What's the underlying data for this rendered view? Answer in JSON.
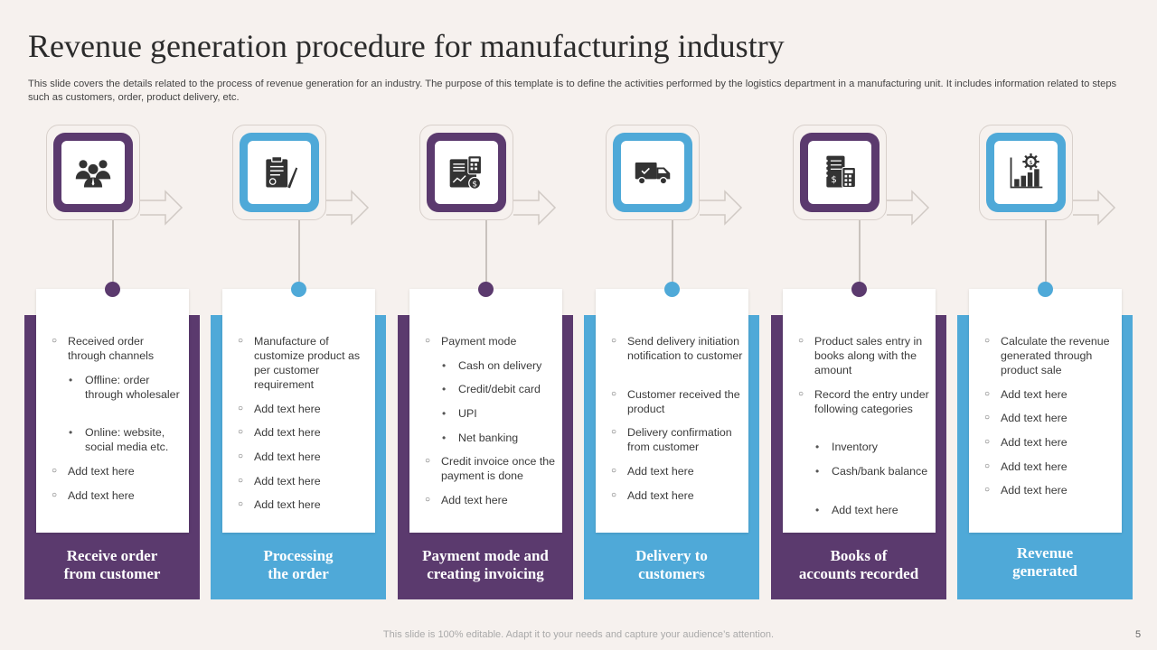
{
  "header": {
    "title": "Revenue generation procedure for manufacturing industry",
    "subtitle": "This slide covers the details related to the process of revenue generation for an industry. The purpose of this template is to define the activities performed by the logistics department in a manufacturing unit. It includes information related to steps such as customers, order, product delivery, etc."
  },
  "colors": {
    "purple": "#5b3a6e",
    "blue": "#4fa9d8",
    "background": "#f6f1ee"
  },
  "steps": [
    {
      "icon": "customers-icon",
      "label_line1": "Receive order",
      "label_line2": "from customer",
      "items": [
        {
          "level": 1,
          "text": "Received order through channels"
        },
        {
          "level": 2,
          "text": "Offline: order through wholesaler"
        },
        {
          "level": 2,
          "text": "Online: website, social media etc."
        },
        {
          "level": 1,
          "text": "Add text here"
        },
        {
          "level": 1,
          "text": "Add text here"
        }
      ]
    },
    {
      "icon": "clipboard-contract-icon",
      "label_line1": "Processing",
      "label_line2": "the order",
      "items": [
        {
          "level": 1,
          "text": "Manufacture of customize product as per customer requirement"
        },
        {
          "level": 1,
          "text": "Add text here"
        },
        {
          "level": 1,
          "text": "Add text here"
        },
        {
          "level": 1,
          "text": "Add text here"
        },
        {
          "level": 1,
          "text": "Add text here"
        },
        {
          "level": 1,
          "text": "Add text here"
        }
      ]
    },
    {
      "icon": "invoice-payment-icon",
      "label_line1": "Payment mode and",
      "label_line2": "creating invoicing",
      "items": [
        {
          "level": 1,
          "text": "Payment mode"
        },
        {
          "level": 2,
          "text": "Cash on delivery"
        },
        {
          "level": 2,
          "text": "Credit/debit card"
        },
        {
          "level": 2,
          "text": "UPI"
        },
        {
          "level": 2,
          "text": "Net banking"
        },
        {
          "level": 1,
          "text": "Credit invoice once the payment is done"
        },
        {
          "level": 1,
          "text": "Add text here"
        }
      ]
    },
    {
      "icon": "delivery-truck-icon",
      "label_line1": "Delivery to",
      "label_line2": "customers",
      "items": [
        {
          "level": 1,
          "text": "Send delivery initiation notification to customer"
        },
        {
          "level": 1,
          "text": "Customer received the product"
        },
        {
          "level": 1,
          "text": "Delivery confirmation from customer"
        },
        {
          "level": 1,
          "text": "Add text here"
        },
        {
          "level": 1,
          "text": "Add text here"
        }
      ]
    },
    {
      "icon": "accounts-ledger-icon",
      "label_line1": "Books of",
      "label_line2": "accounts recorded",
      "items": [
        {
          "level": 1,
          "text": "Product sales entry in books along with the amount"
        },
        {
          "level": 1,
          "text": "Record the entry under following categories"
        },
        {
          "level": 2,
          "text": "Inventory"
        },
        {
          "level": 2,
          "text": "Cash/bank balance"
        },
        {
          "level": 2,
          "text": "Add text here"
        }
      ]
    },
    {
      "icon": "revenue-chart-icon",
      "label_line1": "Revenue",
      "label_line2": "generated",
      "items": [
        {
          "level": 1,
          "text": "Calculate the revenue generated through product sale"
        },
        {
          "level": 1,
          "text": "Add text here"
        },
        {
          "level": 1,
          "text": "Add text here"
        },
        {
          "level": 1,
          "text": "Add text here"
        },
        {
          "level": 1,
          "text": "Add text here"
        },
        {
          "level": 1,
          "text": "Add text here"
        }
      ]
    }
  ],
  "footer": {
    "note": "This slide is 100% editable. Adapt it to your needs and capture your audience’s attention.",
    "page": "5"
  }
}
